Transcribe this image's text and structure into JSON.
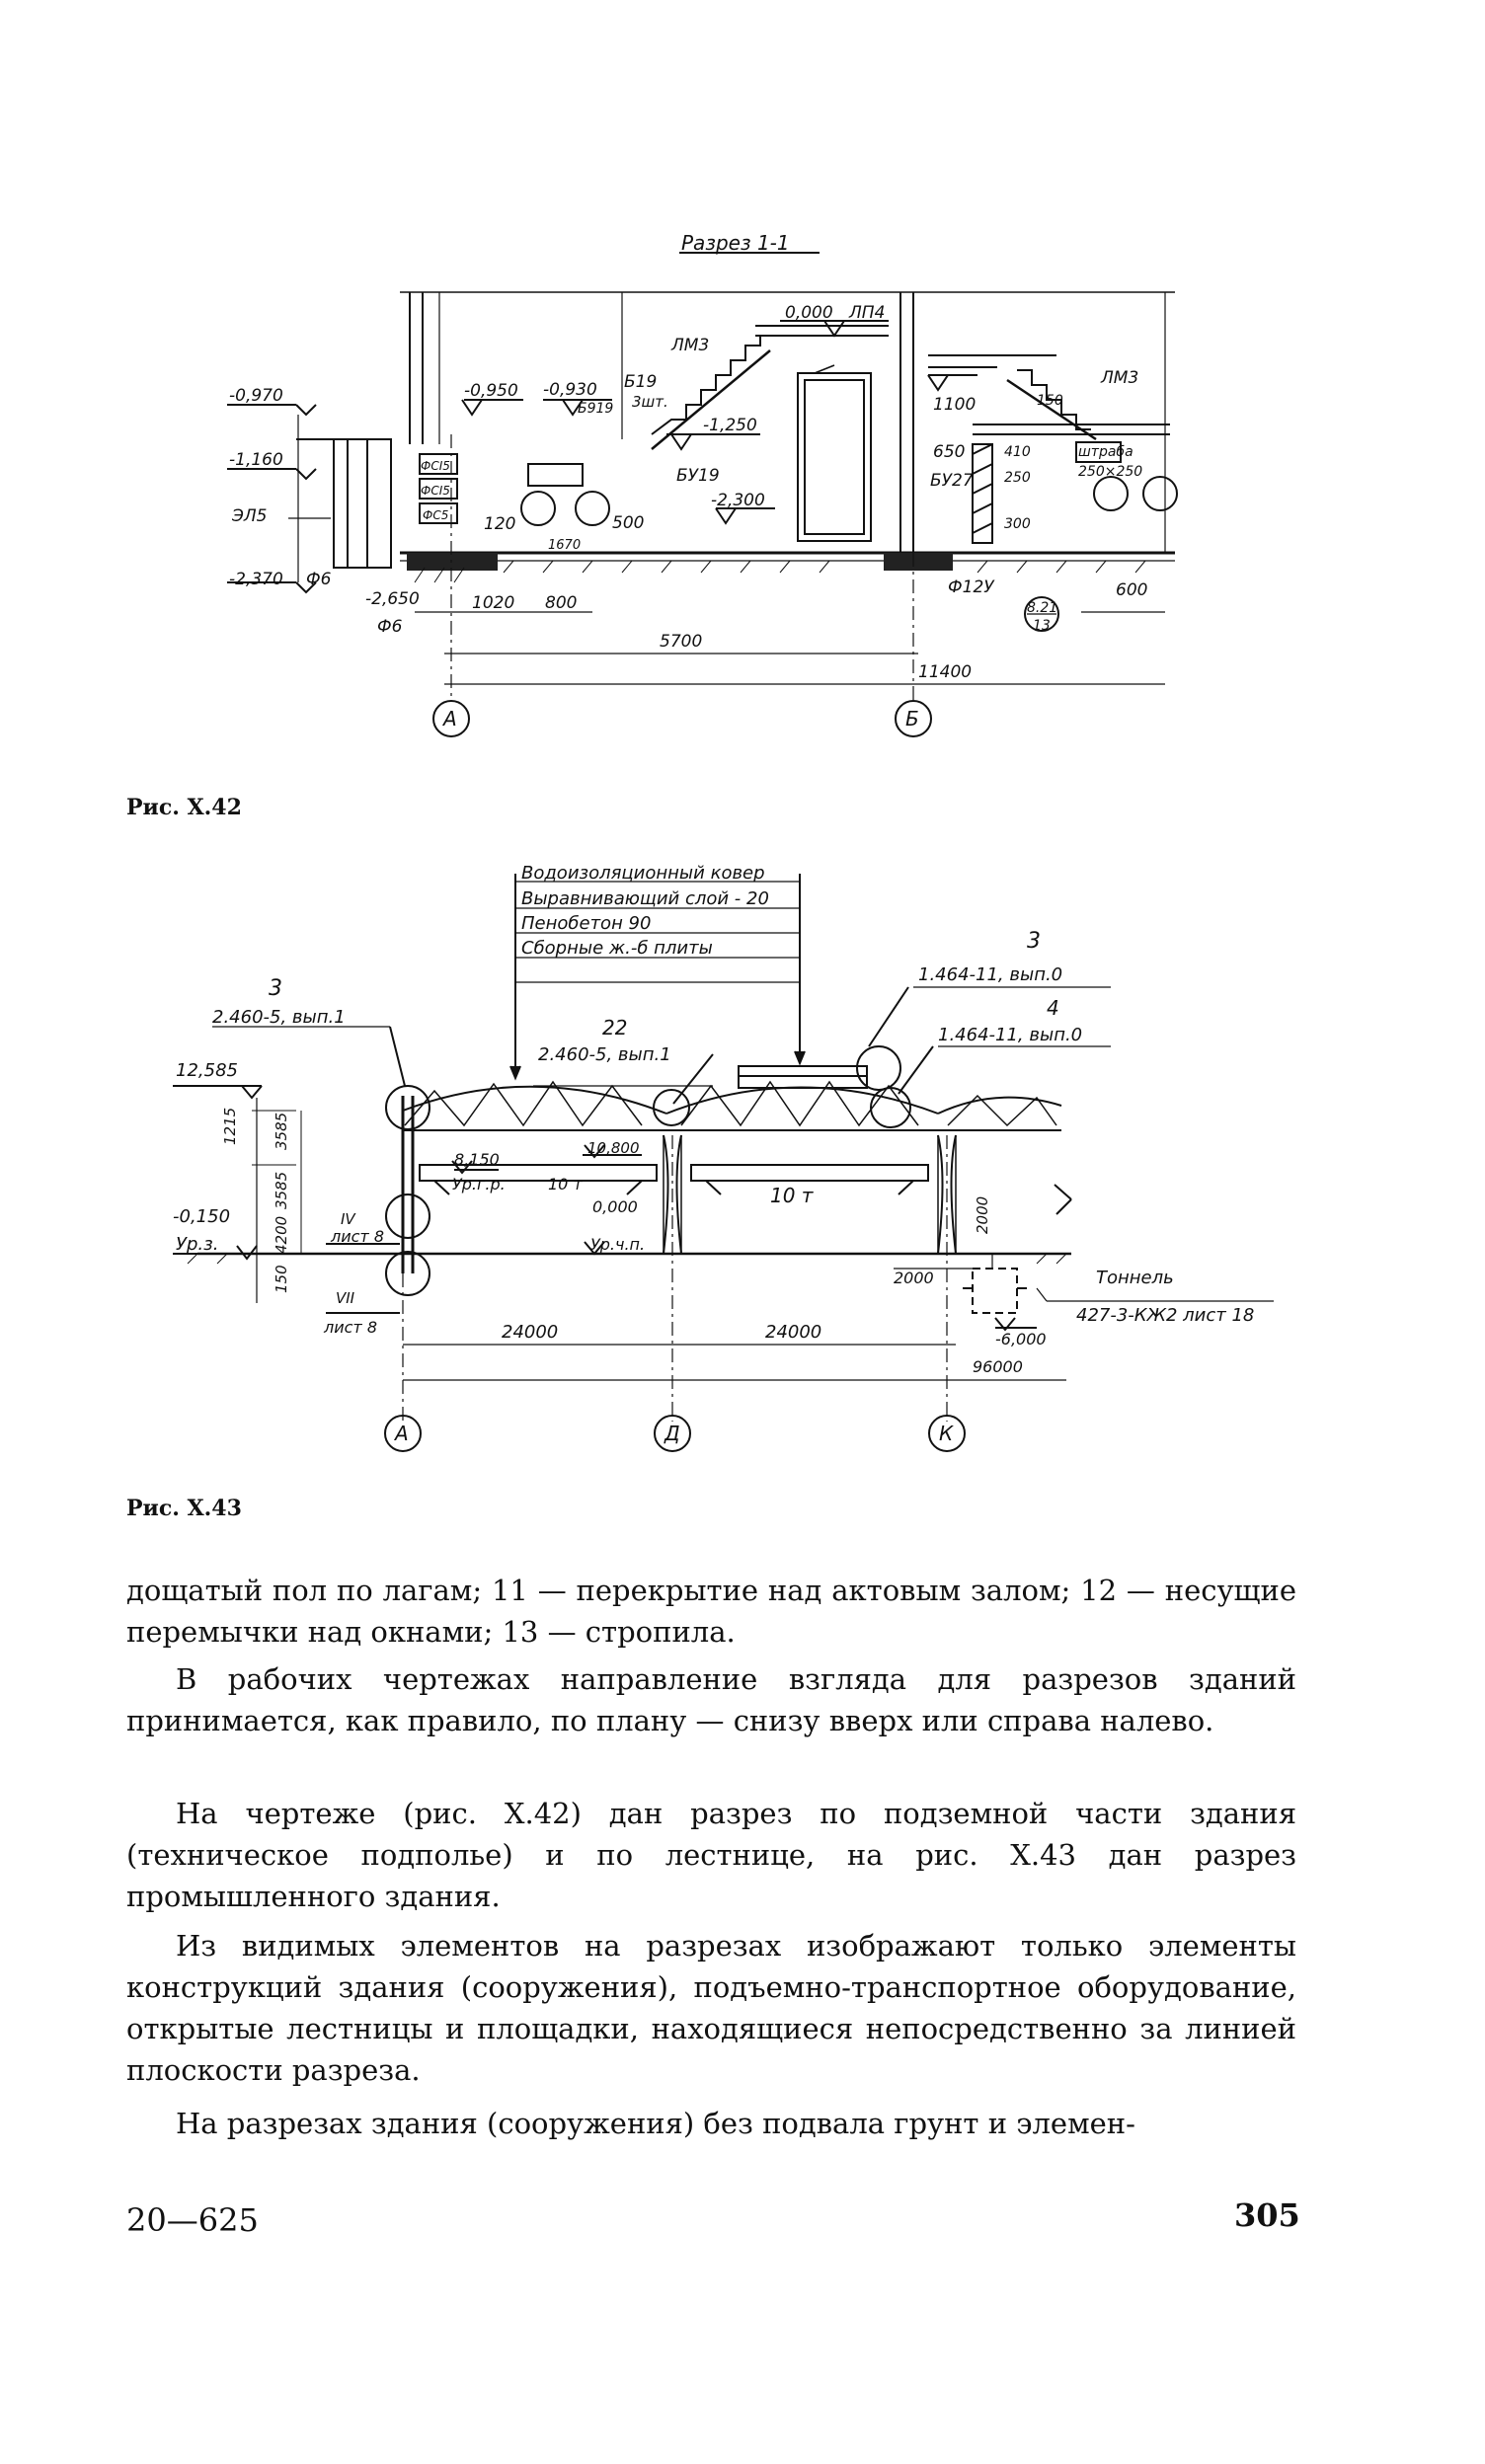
{
  "figure1": {
    "caption": "Рис. Х.42",
    "title": "Разрез 1-1",
    "labels": {
      "l0970": "-0,970",
      "l1160": "-1,160",
      "l2370": "-2,370",
      "lEL5": "ЭЛ5",
      "lF6": "Ф6",
      "l2650": "-2,650",
      "lF6b": "Ф6",
      "l0950": "-0,950",
      "l0930": "-0,930",
      "lB19": "Б19",
      "lB919": "Б919",
      "l3sht": "3шт.",
      "lLM3a": "ЛМ3",
      "l1250": "-1,250",
      "lBU19": "БУ19",
      "l2300": "-2,300",
      "l0000": "0,000",
      "lLP4": "ЛП4",
      "l120": "120",
      "l1670": "1670",
      "l500": "500",
      "l1020": "1020",
      "l800": "800",
      "l5700": "5700",
      "l11400": "11400",
      "l1100": "1100",
      "l650": "650",
      "lBU27": "БУ27",
      "l410": "410",
      "l250": "250",
      "l300": "300",
      "lLM3b": "ЛМ3",
      "l150": "150",
      "lshtraba": "штраба",
      "l250x250": "250×250",
      "lF12U": "Ф12У",
      "l821": "8.21",
      "l13": "13",
      "l600": "600",
      "lFCI5a": "ФСI5",
      "lFCI5b": "ФСI5",
      "lFC5": "ФС5",
      "axA": "А",
      "axB": "Б"
    }
  },
  "figure2": {
    "caption": "Рис. Х.43",
    "layers": [
      "Водоизоляционный ковер",
      "Выравнивающий слой - 20",
      "Пенобетон 90",
      "Сборные ж.-б плиты"
    ],
    "labels": {
      "n3a": "3",
      "r2460a": "2.460-5, вып.1",
      "l12585": "12,585",
      "n22": "22",
      "r2460b": "2.460-5, вып.1",
      "n3b": "3",
      "r1464a": "1.464-11, вып.0",
      "n4": "4",
      "r1464b": "1.464-11, вып.0",
      "l1215": "1215",
      "l3585a": "3585",
      "l3585b": "3585",
      "l4200": "4200",
      "l150": "150",
      "m0150": "-0,150",
      "urz": "Ур.з.",
      "lIV": "IV",
      "list8a": "лист 8",
      "lVII": "VII",
      "list8b": "лист 8",
      "l8150": "8,150",
      "urgr": "Ур.г.р.",
      "l10m1": "10 т",
      "l10800": "10,800",
      "l0000": "0,000",
      "urchp": "Ур.ч.п.",
      "l10m2": "10 т",
      "l2000a": "2000",
      "l2000b": "2000",
      "tonnel": "Тоннель",
      "kzh": "427-3-КЖ2 лист 18",
      "l6000": "-6,000",
      "l96000": "96000",
      "l24000a": "24000",
      "l24000b": "24000",
      "axA": "А",
      "axD": "Д",
      "axK": "К"
    }
  },
  "text": {
    "p1": "дощатый пол по лагам; 11 — перекрытие над актовым залом; 12 — несущие перемычки над окнами; 13 — стропила.",
    "p2": "В рабочих чертежах направление взгляда для разрезов зданий принимается, как правило, по плану — снизу вверх или справа налево.",
    "p3": "На чертеже (рис. Х.42) дан разрез по подземной части здания (техническое подполье) и по лестнице, на рис. Х.43 дан разрез промышленного здания.",
    "p4": "Из видимых элементов на разрезах изображают только элементы конструкций здания (сооружения), подъемно-транспортное оборудование, открытые лестницы и площадки, находящиеся непосредственно за линией плоскости разреза.",
    "p5": "На разрезах здания (сооружения) без подвала грунт и элемен-"
  },
  "footer": {
    "signature": "20—625",
    "page": "305"
  }
}
